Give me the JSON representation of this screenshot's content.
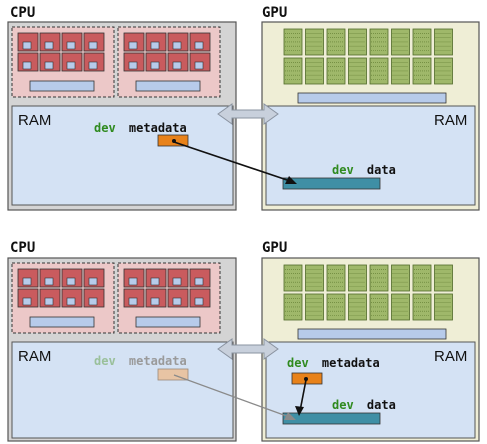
{
  "panels": [
    {
      "cpu_title": "CPU",
      "gpu_title": "GPU",
      "cpu_ram_label": "RAM",
      "gpu_ram_label": "RAM",
      "cpu_metadata": {
        "dev": "dev",
        "name": "metadata",
        "faded": false
      },
      "gpu_metadata": null,
      "gpu_data": {
        "dev": "dev",
        "name": "data"
      }
    },
    {
      "cpu_title": "CPU",
      "gpu_title": "GPU",
      "cpu_ram_label": "RAM",
      "gpu_ram_label": "RAM",
      "cpu_metadata": {
        "dev": "dev",
        "name": "metadata",
        "faded": true
      },
      "gpu_metadata": {
        "dev": "dev",
        "name": "metadata"
      },
      "gpu_data": {
        "dev": "dev",
        "name": "data"
      }
    }
  ],
  "colors": {
    "cpu_bg": "#d4d4d4",
    "gpu_bg": "#efeed6",
    "ram_bg": "#d4e2f4",
    "core_red": "#c95b5e",
    "cache_blue": "#b7cbea",
    "gpu_sm_green": "#9fb86a",
    "metadata_orange": "#e8821a",
    "metadata_faded": "#e8c4a4",
    "data_teal": "#3f8fa5",
    "dev_green": "#2f8a1f",
    "dev_faded": "#9ac09a",
    "meta_faded_text": "#9a9a9a",
    "bus_arrow": "#c8d0dc"
  }
}
